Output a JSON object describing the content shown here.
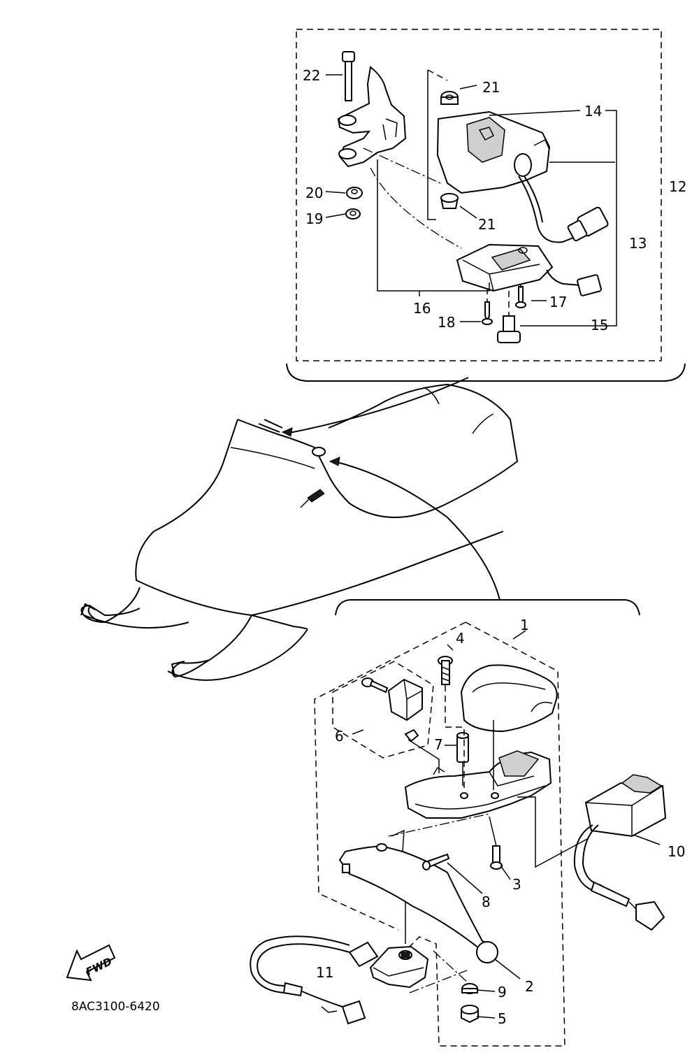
{
  "diagram": {
    "drawing_code": "8AC3100-6420",
    "direction_label": "FWD",
    "callouts": {
      "c1": "1",
      "c2": "2",
      "c3": "3",
      "c4": "4",
      "c5": "5",
      "c6": "6",
      "c7": "7",
      "c8": "8",
      "c9": "9",
      "c10": "10",
      "c11": "11",
      "c12": "12",
      "c13": "13",
      "c14": "14",
      "c15": "15",
      "c16": "16",
      "c17": "17",
      "c18": "18",
      "c19": "19",
      "c20": "20",
      "c21a": "21",
      "c21b": "21",
      "c22": "22"
    }
  }
}
